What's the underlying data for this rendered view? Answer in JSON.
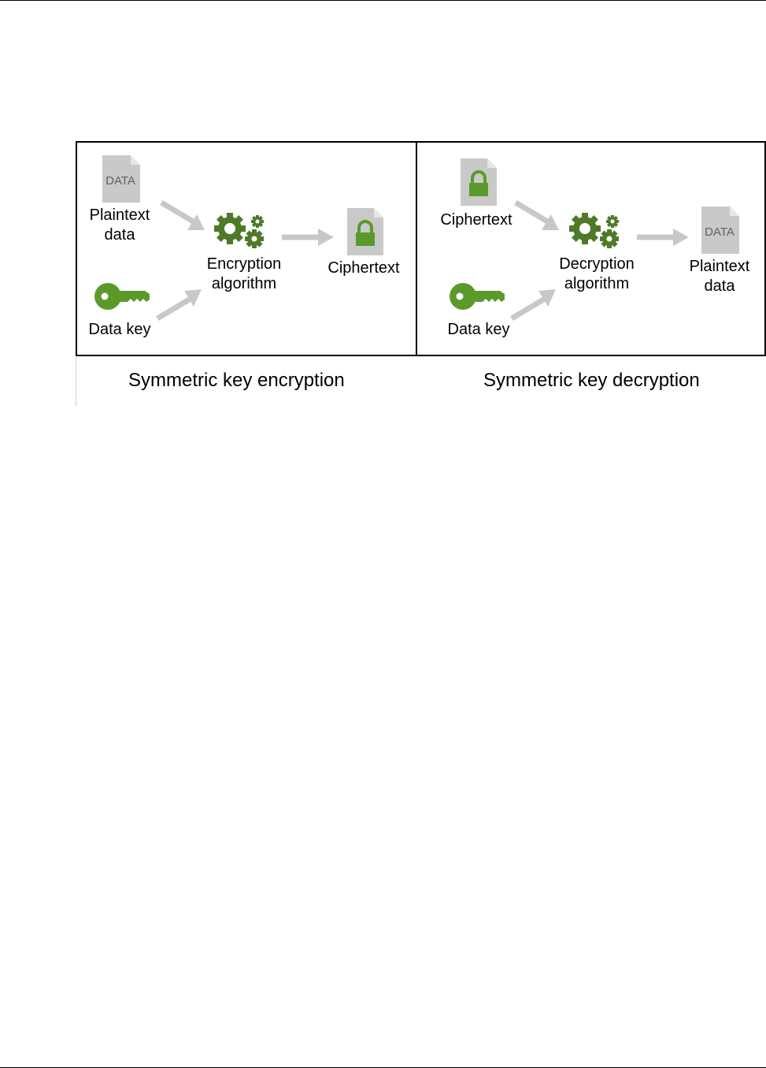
{
  "colors": {
    "green": "#5b9a2a",
    "gear": "#4e7a28",
    "doc": "#c9c9c9",
    "doc_fold": "#e6e6e6",
    "arrow": "#c8c8c8"
  },
  "encryption": {
    "plaintext_doc_text": "DATA",
    "plaintext_label": "Plaintext\ndata",
    "data_key_label": "Data key",
    "algorithm_label": "Encryption\nalgorithm",
    "ciphertext_label": "Ciphertext",
    "caption": "Symmetric key encryption"
  },
  "decryption": {
    "ciphertext_label": "Ciphertext",
    "data_key_label": "Data key",
    "algorithm_label": "Decryption\nalgorithm",
    "plaintext_doc_text": "DATA",
    "plaintext_label": "Plaintext\ndata",
    "caption": "Symmetric key decryption"
  },
  "icons": {
    "document": "document-icon",
    "lock": "lock-icon",
    "key": "key-icon",
    "gears": "gears-icon",
    "arrow": "arrow-icon"
  }
}
